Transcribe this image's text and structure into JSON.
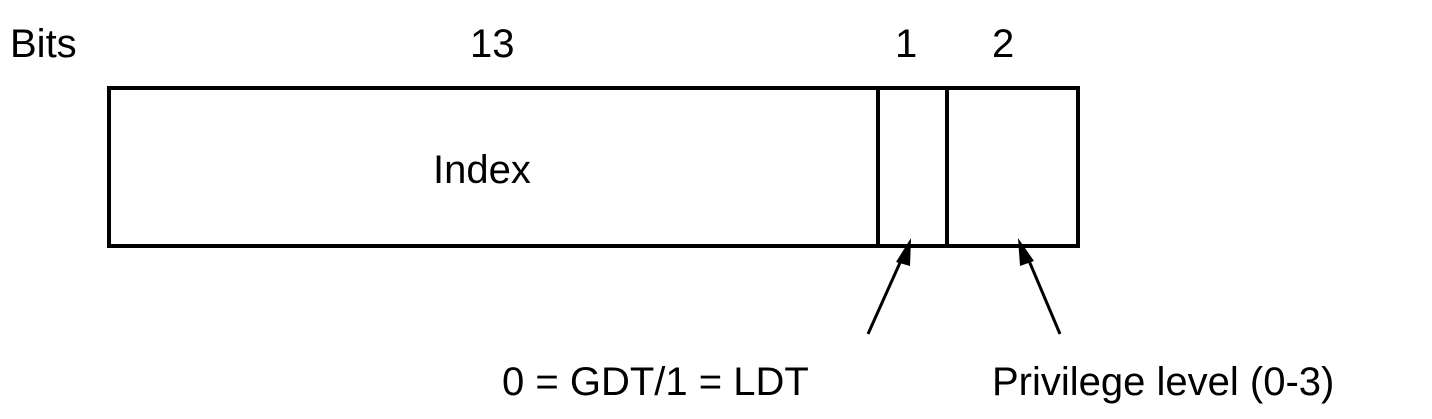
{
  "header": {
    "bits_label": "Bits",
    "widths": [
      "13",
      "1",
      "2"
    ]
  },
  "fields": {
    "index_label": "Index"
  },
  "annotations": {
    "ti": "0 = GDT/1 = LDT",
    "rpl": "Privilege level (0-3)"
  },
  "colors": {
    "stroke": "#000000",
    "background": "#ffffff"
  }
}
